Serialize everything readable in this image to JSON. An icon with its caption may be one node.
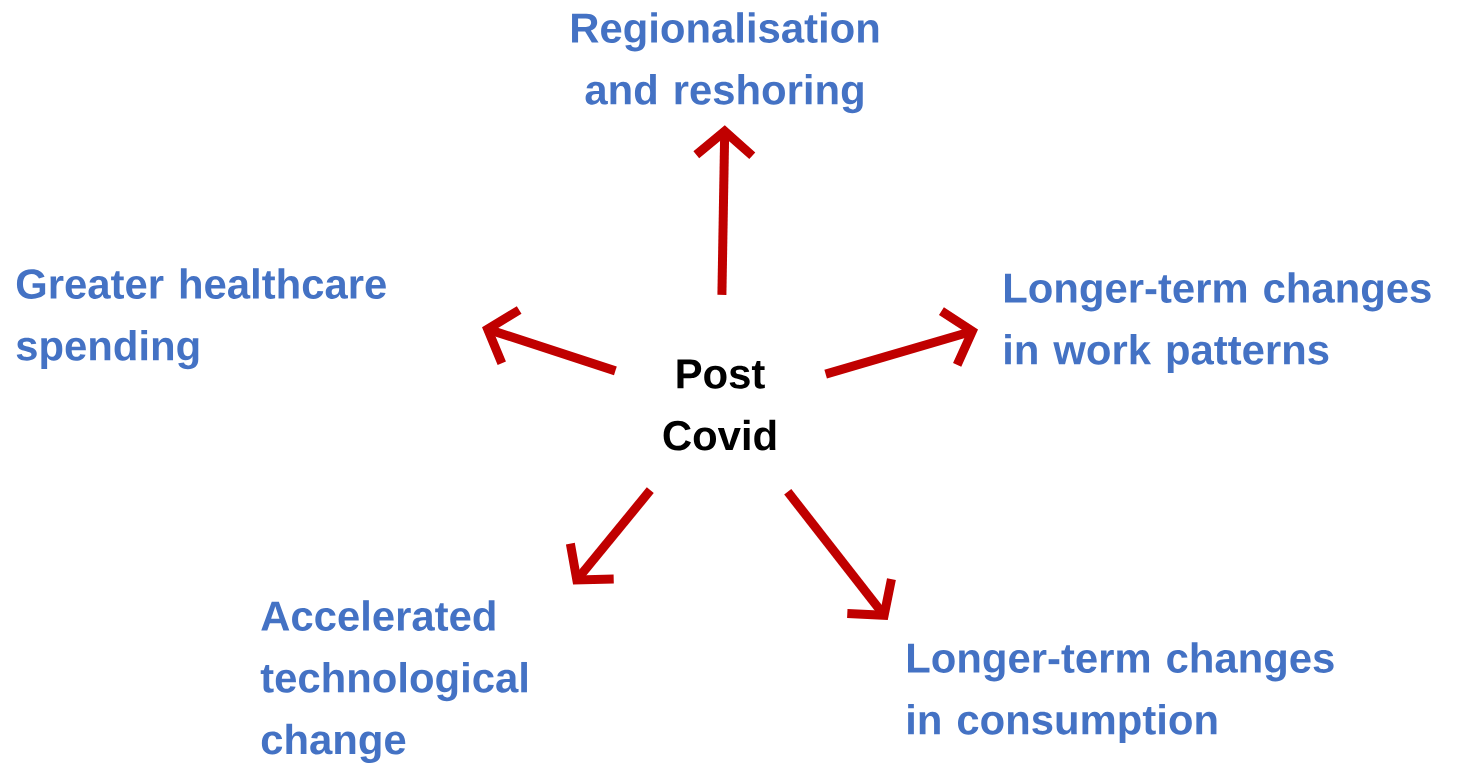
{
  "diagram": {
    "nodes": [
      {
        "text": [
          "Post Covid"
        ]
      },
      {
        "text": [
          "Regionalisation and reshoring"
        ]
      },
      {
        "text": [
          "Greater healthcare spending"
        ]
      },
      {
        "text": [
          "Longer-term changes in work patterns"
        ]
      },
      {
        "text": [
          "Accelerated technological change"
        ]
      },
      {
        "text": [
          "Longer-term changes in consumption"
        ]
      }
    ],
    "edges": [
      {
        "from": 0,
        "to": 1,
        "arrow": "to"
      },
      {
        "from": 0,
        "to": 2,
        "arrow": "to"
      },
      {
        "from": 0,
        "to": 3,
        "arrow": "to"
      },
      {
        "from": 0,
        "to": 4,
        "arrow": "to"
      },
      {
        "from": 0,
        "to": 5,
        "arrow": "to"
      }
    ]
  }
}
